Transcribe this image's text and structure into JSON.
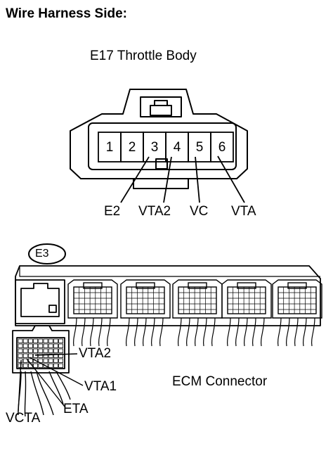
{
  "heading": "Wire Harness Side:",
  "throttle_connector": {
    "label": "E17 Throttle Body",
    "pins": [
      "1",
      "2",
      "3",
      "4",
      "5",
      "6"
    ],
    "callouts": [
      "E2",
      "VTA2",
      "VC",
      "VTA"
    ]
  },
  "ecm_connector": {
    "badge": "E3",
    "label": "ECM Connector",
    "callouts": [
      "VTA2",
      "VTA1",
      "ETA",
      "VCTA"
    ]
  }
}
